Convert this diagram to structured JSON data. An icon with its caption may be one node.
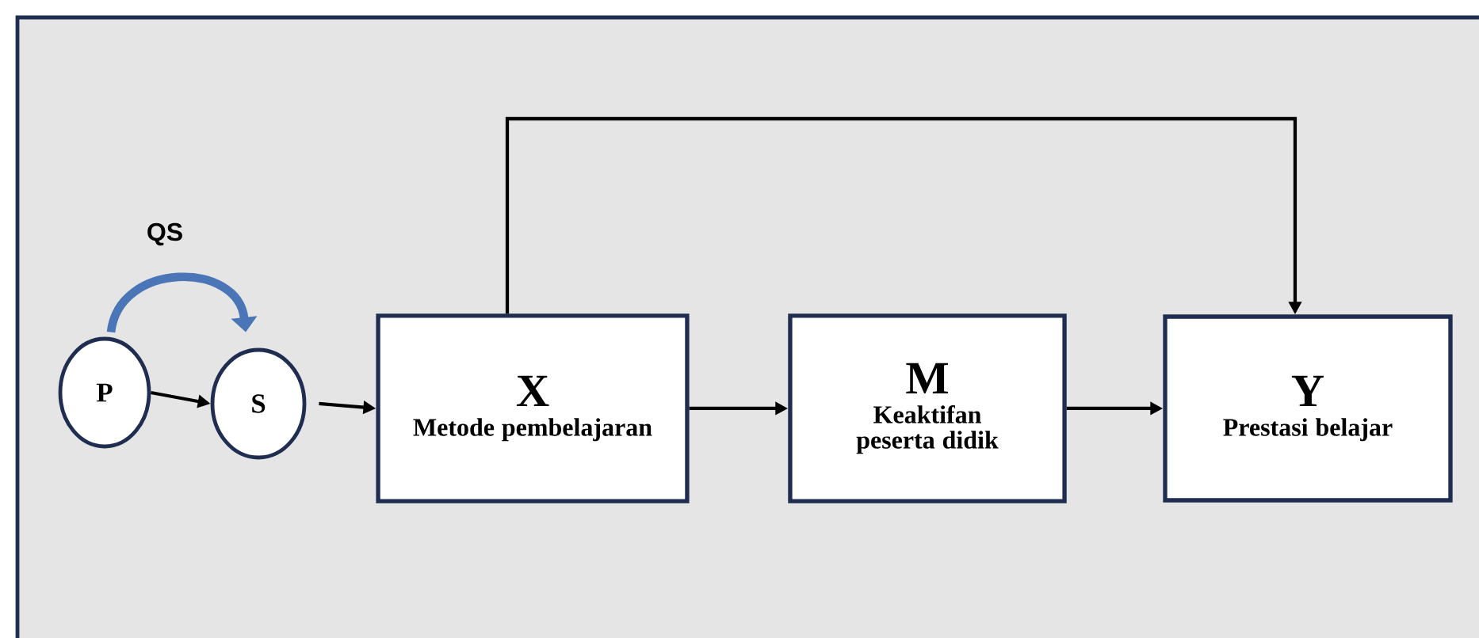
{
  "diagram": {
    "nodes": [
      {
        "text": [
          "P"
        ]
      },
      {
        "text": [
          "S"
        ]
      },
      {
        "text": [
          "X",
          "Metode pembelajaran"
        ]
      },
      {
        "text": [
          "M",
          "Keaktifan peserta didik"
        ]
      },
      {
        "text": [
          "Y",
          "Prestasi belajar"
        ]
      }
    ],
    "edges": [
      {
        "from": 0,
        "to": 1,
        "arrow": "to"
      },
      {
        "from": 1,
        "to": 2,
        "arrow": "to"
      },
      {
        "from": 2,
        "to": 3,
        "arrow": "to"
      },
      {
        "from": 3,
        "to": 4,
        "arrow": "to"
      },
      {
        "from": 2,
        "to": 4,
        "arrow": "to"
      },
      {
        "from": 0,
        "to": 1,
        "arrow": "to",
        "label": "QS",
        "style": "thick",
        "color": "#4a76b8"
      }
    ]
  }
}
